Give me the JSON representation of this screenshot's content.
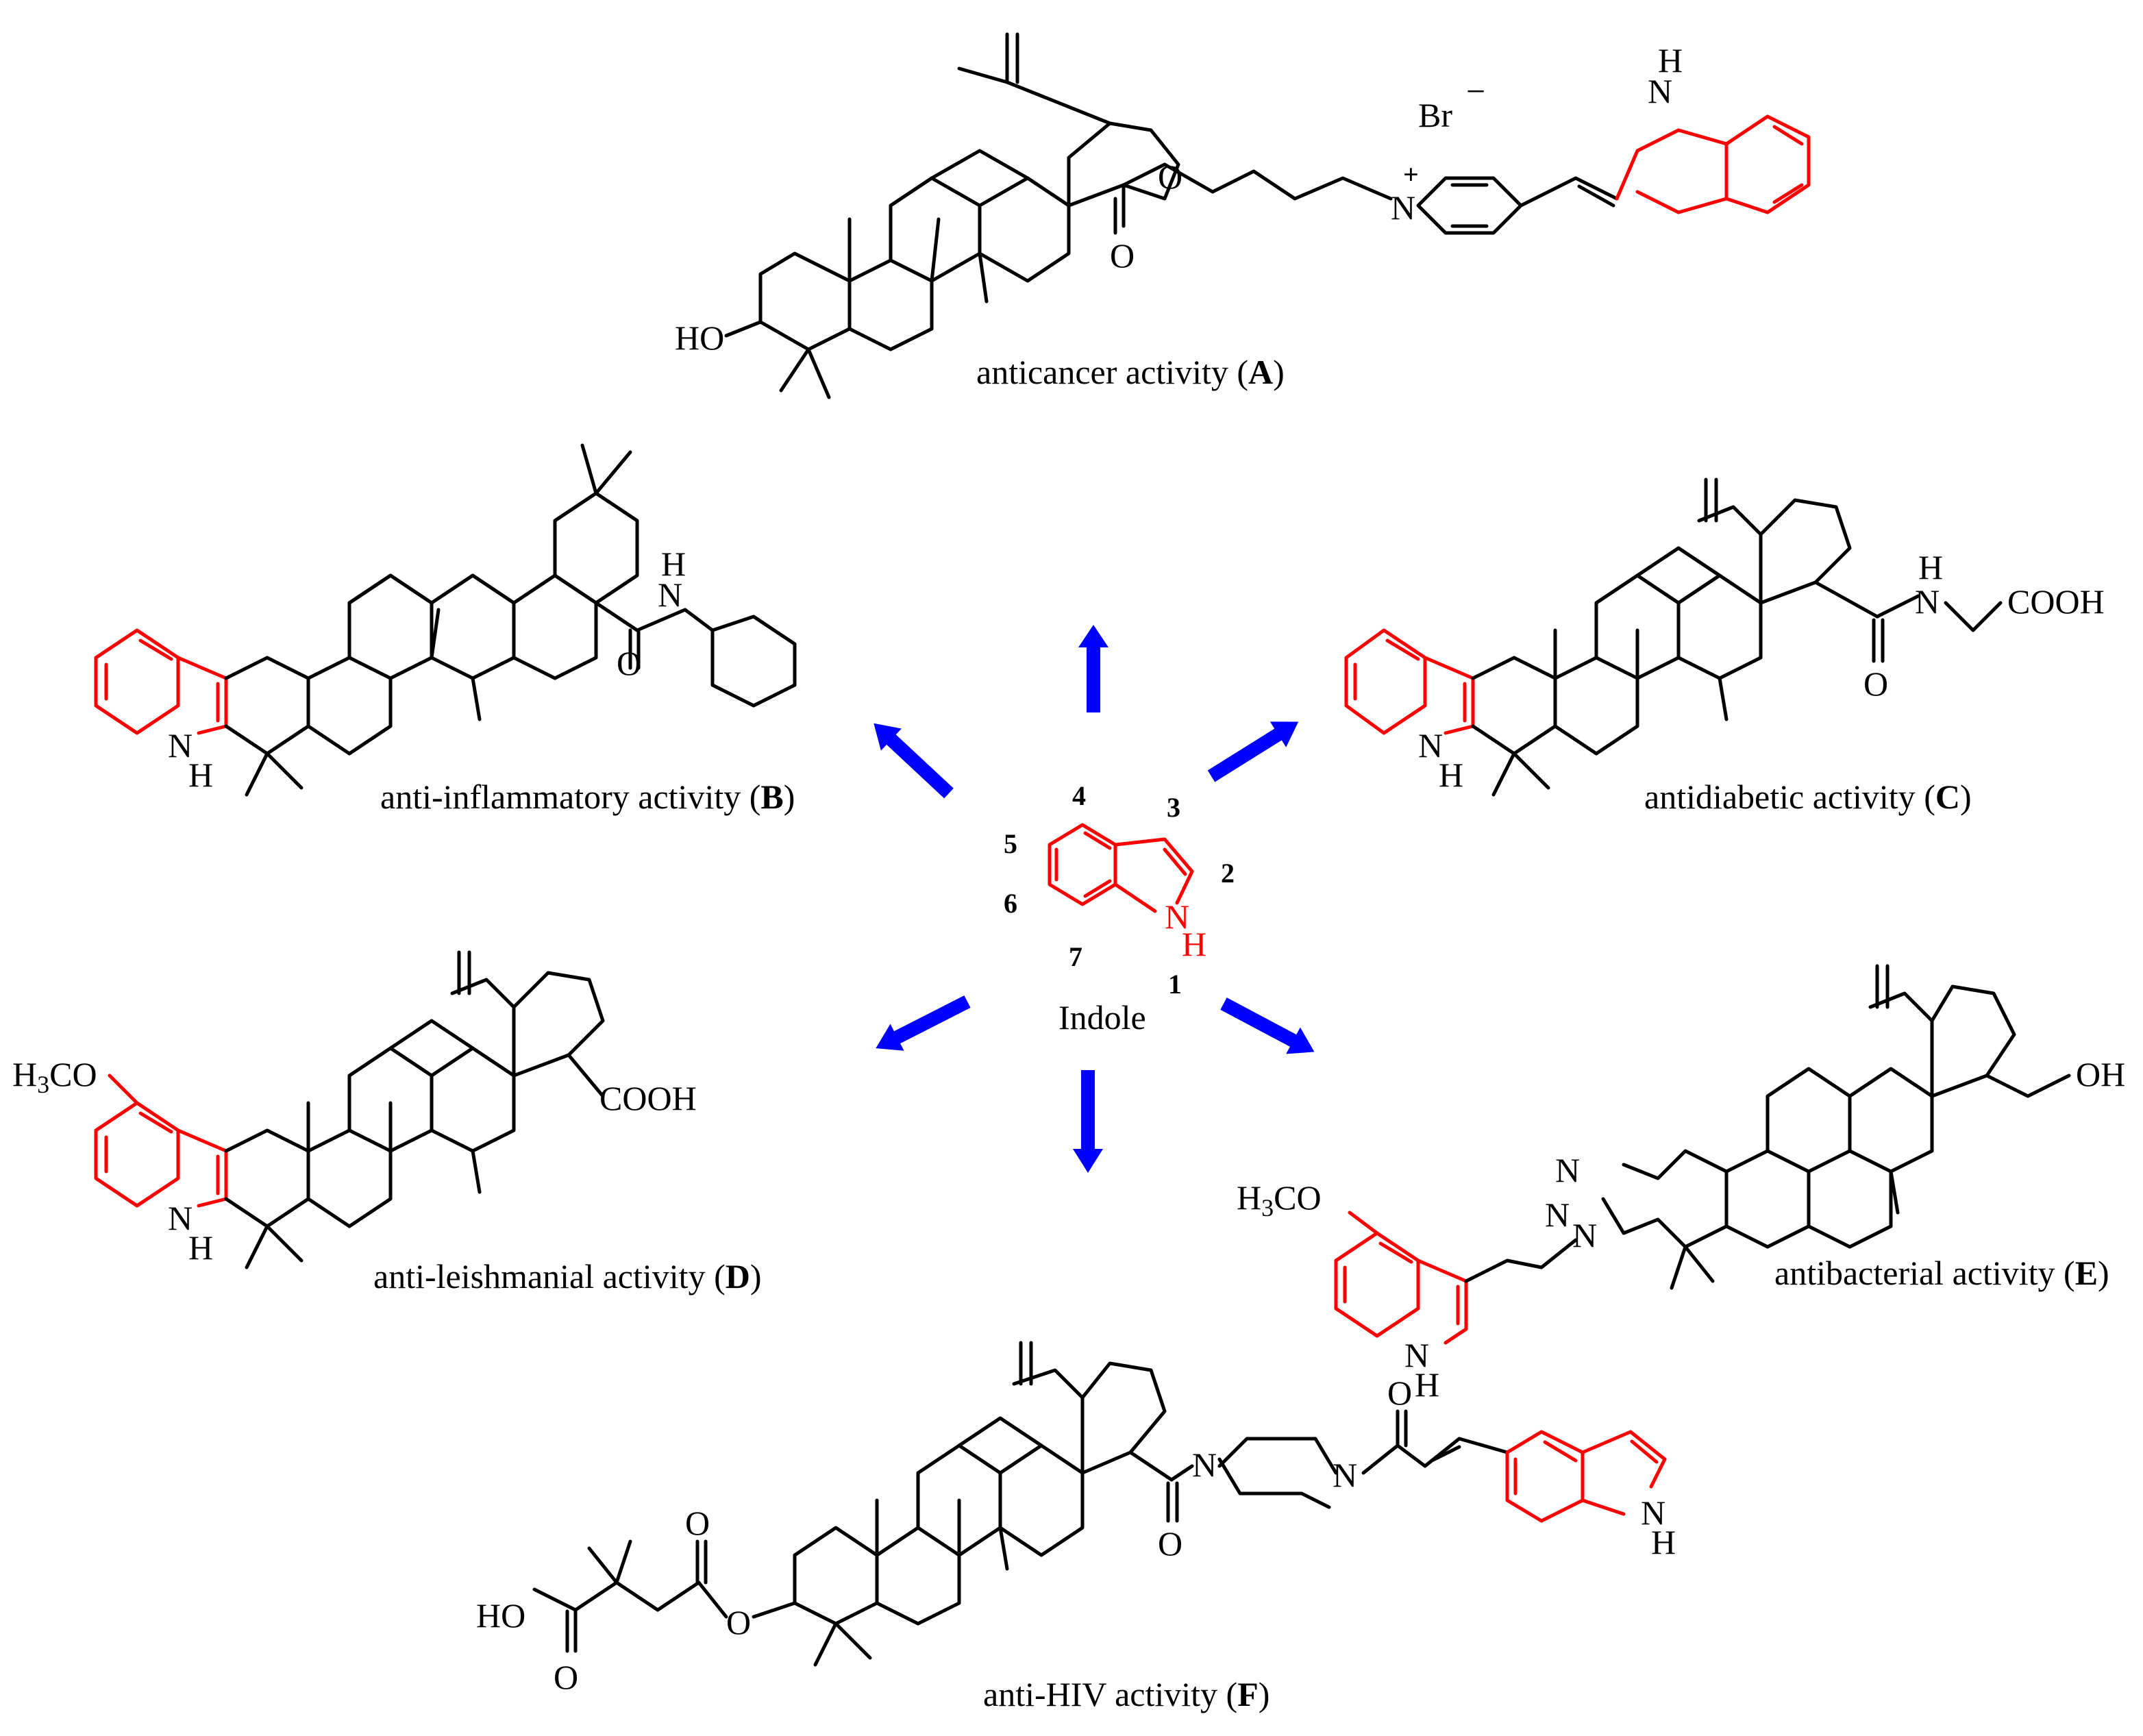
{
  "center": {
    "name": "Indole",
    "positions": [
      "1",
      "2",
      "3",
      "4",
      "5",
      "6",
      "7"
    ],
    "nh": [
      "N",
      "H"
    ]
  },
  "compounds": [
    {
      "id": "A",
      "activity": "anticancer activity",
      "label_open": "(",
      "label_close": ")"
    },
    {
      "id": "B",
      "activity": "anti-inflammatory activity",
      "label_open": "(",
      "label_close": ")"
    },
    {
      "id": "C",
      "activity": "antidiabetic activity",
      "label_open": "(",
      "label_close": ")"
    },
    {
      "id": "D",
      "activity": "anti-leishmanial activity",
      "label_open": "(",
      "label_close": ")"
    },
    {
      "id": "E",
      "activity": "antibacterial activity",
      "label_open": "(",
      "label_close": ")"
    },
    {
      "id": "F",
      "activity": "anti-HIV activity",
      "label_open": "(",
      "label_close": ")"
    }
  ],
  "atoms": {
    "ho": "HO",
    "o": "O",
    "n": "N",
    "h": "H",
    "br": "Br",
    "cooh": "COOH",
    "oh": "OH",
    "h3co_h": "H",
    "h3co_3": "3",
    "h3co_co": "CO",
    "plus": "+",
    "minus": "−"
  },
  "colors": {
    "indole": "#ff0000",
    "arrows": "#0000ff",
    "skeleton": "#000000"
  }
}
